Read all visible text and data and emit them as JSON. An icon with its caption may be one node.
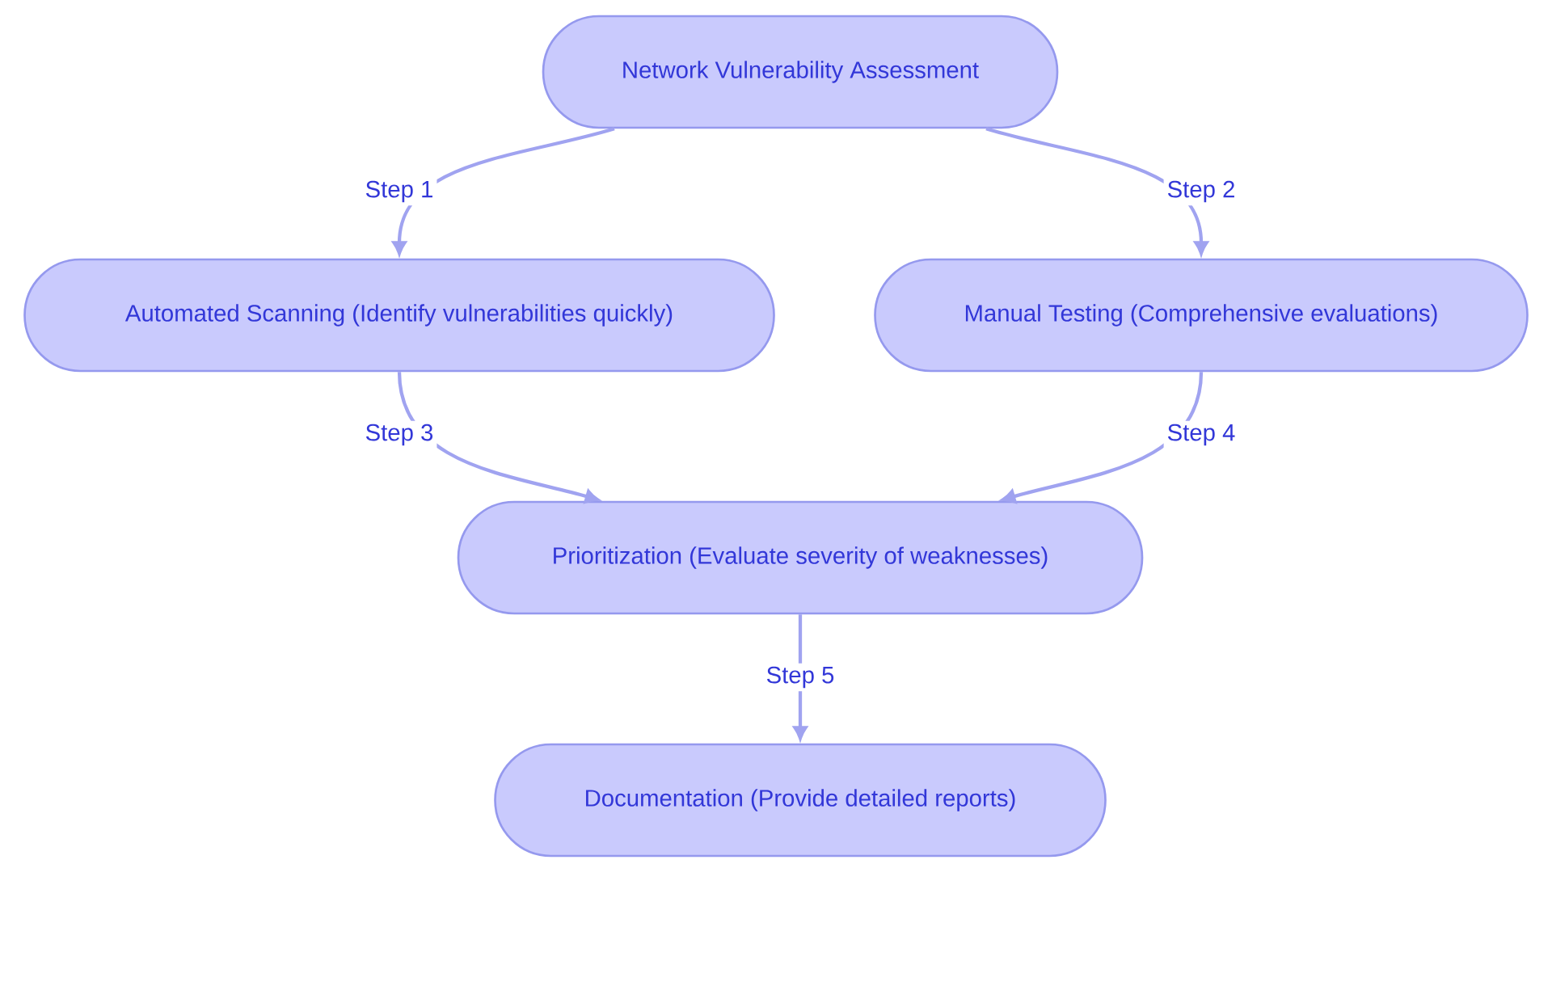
{
  "diagram": {
    "nodes": [
      {
        "text": [
          "Network Vulnerability Assessment"
        ]
      },
      {
        "text": [
          "Automated Scanning (Identify vulnerabilities quickly)"
        ]
      },
      {
        "text": [
          "Manual Testing (Comprehensive evaluations)"
        ]
      },
      {
        "text": [
          "Prioritization (Evaluate severity of weaknesses)"
        ]
      },
      {
        "text": [
          "Documentation (Provide detailed reports)"
        ]
      }
    ],
    "edges": [
      {
        "from": 0,
        "to": 1,
        "arrow": "to",
        "label": "Step 1"
      },
      {
        "from": 0,
        "to": 2,
        "arrow": "to",
        "label": "Step 2"
      },
      {
        "from": 1,
        "to": 3,
        "arrow": "to",
        "label": "Step 3"
      },
      {
        "from": 2,
        "to": 3,
        "arrow": "to",
        "label": "Step 4"
      },
      {
        "from": 3,
        "to": 4,
        "arrow": "to",
        "label": "Step 5"
      }
    ]
  }
}
